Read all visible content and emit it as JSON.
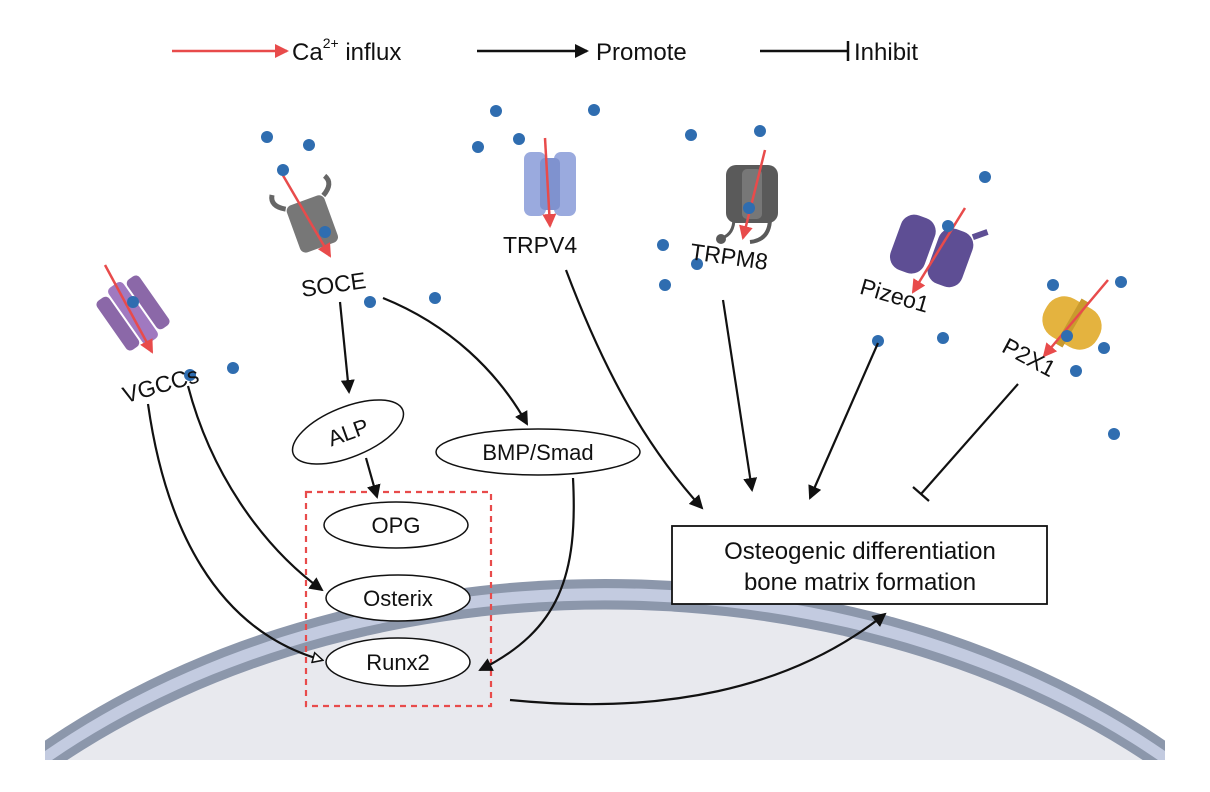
{
  "legend": {
    "ca_base": "Ca",
    "ca_sup": "2+",
    "ca_suffix": " influx",
    "promote": "Promote",
    "inhibit": "Inhibit"
  },
  "channels": {
    "vgccs": "VGCCs",
    "soce": "SOCE",
    "trpv4": "TRPV4",
    "trpm8": "TRPM8",
    "piezo1": "Pizeo1",
    "p2x1": "P2X1"
  },
  "nodes": {
    "alp": "ALP",
    "bmp": "BMP/Smad",
    "opg": "OPG",
    "osterix": "Osterix",
    "runx2": "Runx2"
  },
  "outcome": {
    "line1": "Osteogenic differentiation",
    "line2": "bone matrix formation"
  },
  "colors": {
    "ca_arrow": "#e84b4b",
    "promote_arrow": "#111111",
    "membrane_dark": "#8c97ab",
    "membrane_light": "#c3cbe0",
    "cytoplasm": "#e8e9ee",
    "ion": "#2f6db0",
    "trpv4": "#9aaade",
    "trpm8": "#5a5a5a",
    "vgcc": "#8b68a8",
    "soce": "#777777",
    "piezo": "#5e4e94",
    "p2x1": "#e4b33f",
    "dashed_box": "#e84b4b"
  }
}
